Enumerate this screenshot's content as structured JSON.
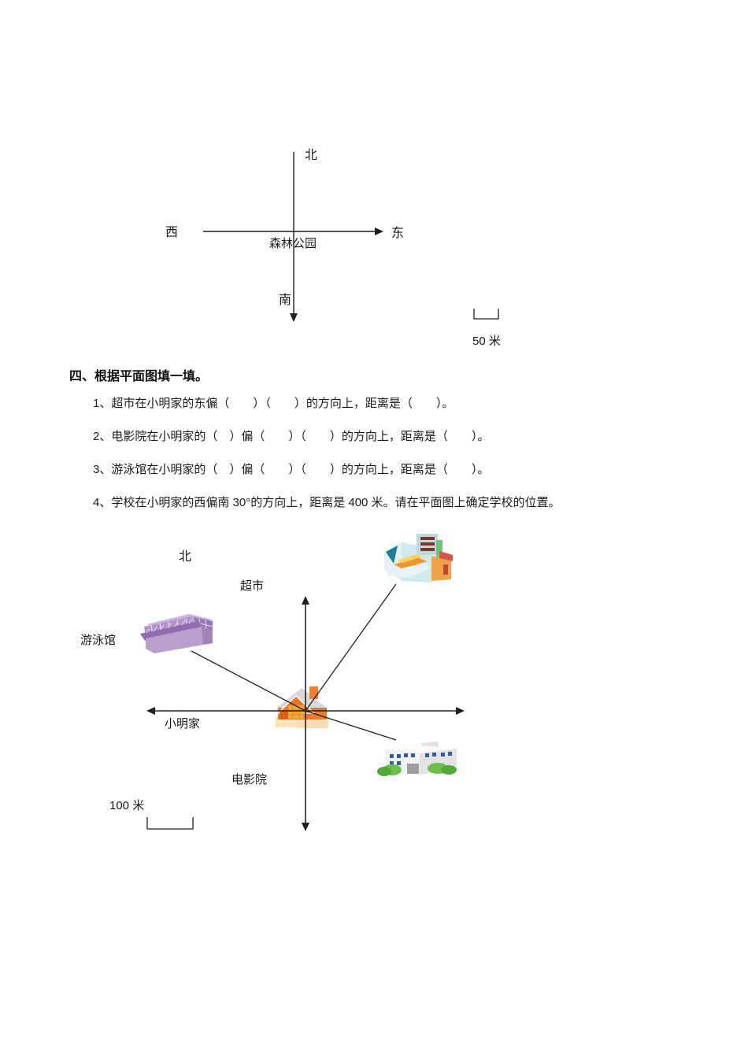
{
  "document": {
    "type": "math-worksheet-page",
    "language": "zh-CN"
  },
  "diagram1": {
    "label_north": "北",
    "label_west": "西",
    "label_east": "东",
    "label_south": "南",
    "center_label": "森林公园",
    "scale_label": "50 米"
  },
  "section": {
    "heading": "四、根据平面图填一填。",
    "items": [
      "1、超市在小明家的东偏（　　）（　　）的方向上，距离是（　　）。",
      "2、电影院在小明家的（　）偏（　　）（　　）的方向上，距离是（　　）。",
      "3、游泳馆在小明家的（　）偏（　　）（　　）的方向上，距离是（　　）。",
      "4、学校在小明家的西偏南 30°的方向上，距离是 400 米。请在平面图上确定学校的位置。"
    ]
  },
  "diagram2": {
    "label_north": "北",
    "label_supermarket": "超市",
    "label_pool": "游泳馆",
    "label_home": "小明家",
    "label_cinema": "电影院",
    "scale_label": "100 米"
  },
  "colors": {
    "line": "#1f1f1f",
    "text": "#1a1a1a",
    "house_orange": "#e8762a",
    "house_base_cream": "#fae3bd",
    "pool_purple": "#b493cb",
    "supermarket_teal": "#1e7f94",
    "supermarket_orange": "#f0a449",
    "cinema_window_blue": "#2f5fa8",
    "cinema_bush_green": "#6cc04a"
  }
}
